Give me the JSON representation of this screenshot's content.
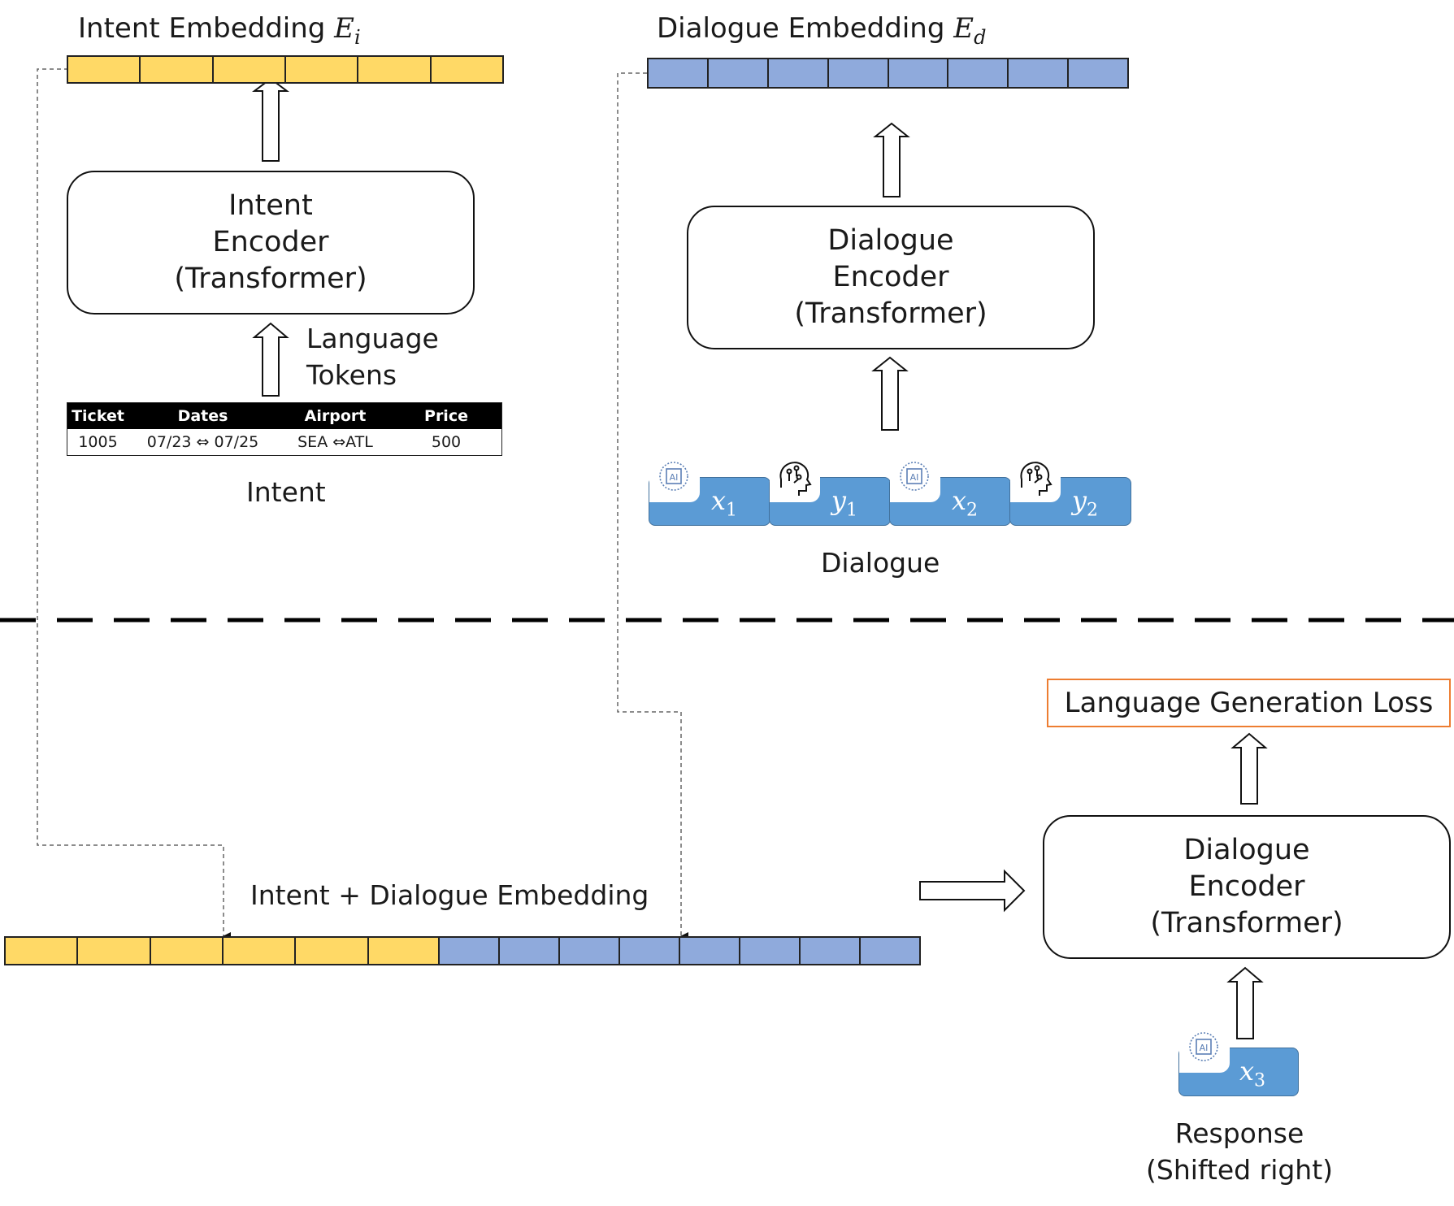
{
  "intent_embedding": {
    "title": "Intent Embedding",
    "symbol": "E",
    "subscript": "i"
  },
  "dialogue_embedding": {
    "title": "Dialogue Embedding",
    "symbol": "E",
    "subscript": "d"
  },
  "intent_encoder": {
    "line1": "Intent",
    "line2": "Encoder",
    "line3": "(Transformer)"
  },
  "dialogue_encoder_top": {
    "line1": "Dialogue",
    "line2": "Encoder",
    "line3": "(Transformer)"
  },
  "dialogue_encoder_bottom": {
    "line1": "Dialogue",
    "line2": "Encoder",
    "line3": "(Transformer)"
  },
  "language_tokens": {
    "line1": "Language",
    "line2": "Tokens"
  },
  "intent_table": {
    "headers": [
      "Ticket",
      "Dates",
      "Airport",
      "Price"
    ],
    "row": [
      "1005",
      "07/23 ⇔ 07/25",
      "SEA ⇔ATL",
      "500"
    ]
  },
  "intent_label": "Intent",
  "dialogue_turns": [
    {
      "var": "x",
      "sub": "1",
      "speaker_icon": "ai-chip-icon"
    },
    {
      "var": "y",
      "sub": "1",
      "speaker_icon": "human-brain-head-icon"
    },
    {
      "var": "x",
      "sub": "2",
      "speaker_icon": "ai-chip-icon"
    },
    {
      "var": "y",
      "sub": "2",
      "speaker_icon": "human-brain-head-icon"
    }
  ],
  "dialogue_label": "Dialogue",
  "combined_embedding_label": "Intent + Dialogue Embedding",
  "loss_label": "Language Generation Loss",
  "response_turn": {
    "var": "x",
    "sub": "3",
    "speaker_icon": "ai-chip-icon"
  },
  "response_label": {
    "line1": "Response",
    "line2": "(Shifted right)"
  },
  "colors": {
    "intent": "#FFD966",
    "dialogue": "#8FAADC",
    "turn": "#5B9BD5",
    "loss_border": "#ED7D31"
  }
}
